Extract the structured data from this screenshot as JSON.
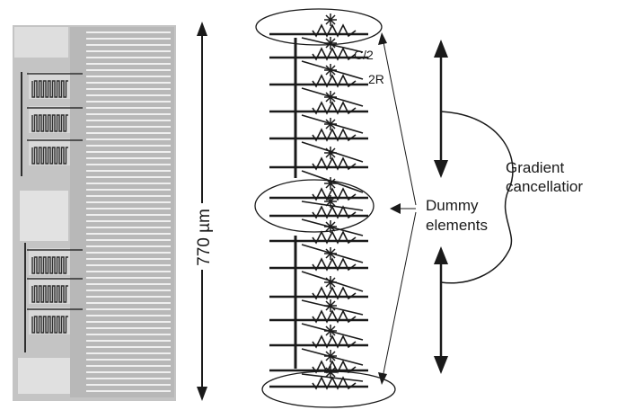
{
  "figure": {
    "dimension_label": "770 µm",
    "component_labels": {
      "capacitor": "C/2",
      "resistor": "2R"
    },
    "annotations": {
      "gradient_line1": "Gradient",
      "gradient_line2": "cancellatior",
      "dummy_line1": "Dummy",
      "dummy_line2": "elements"
    },
    "colors": {
      "ink": "#1a1a1a",
      "chip_bg": "#c8c8c8",
      "chip_metal": "#f4f4f4",
      "chip_dark": "#3a3a3a"
    }
  }
}
